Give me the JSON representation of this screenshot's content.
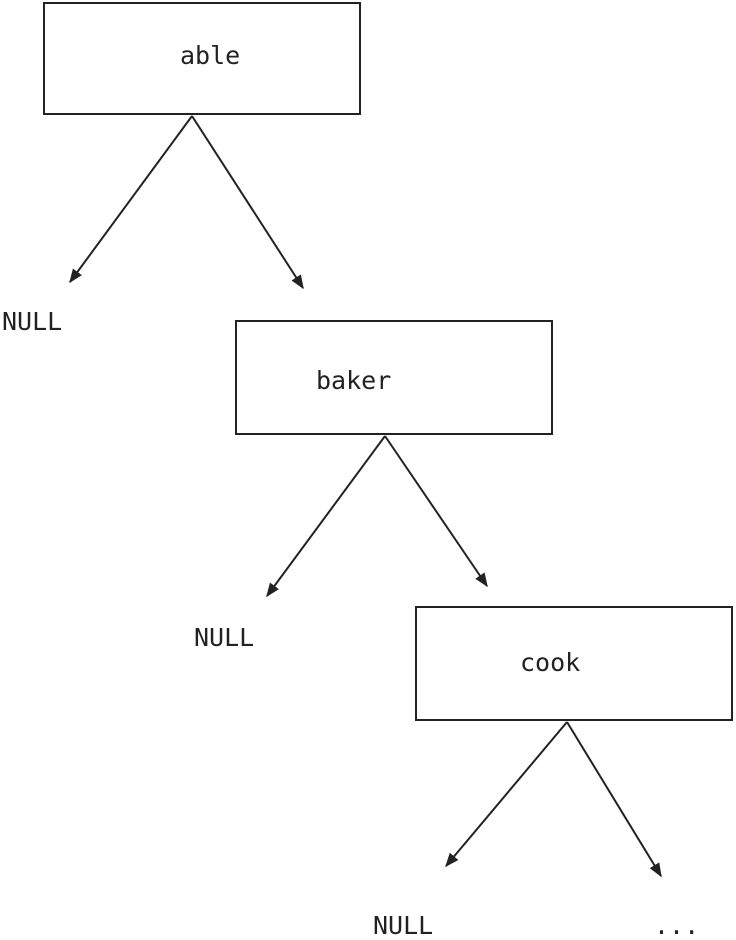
{
  "nodes": [
    {
      "label": "able"
    },
    {
      "label": "baker"
    },
    {
      "label": "cook"
    }
  ],
  "null_labels": [
    "NULL",
    "NULL",
    "NULL"
  ],
  "continuation": "..."
}
